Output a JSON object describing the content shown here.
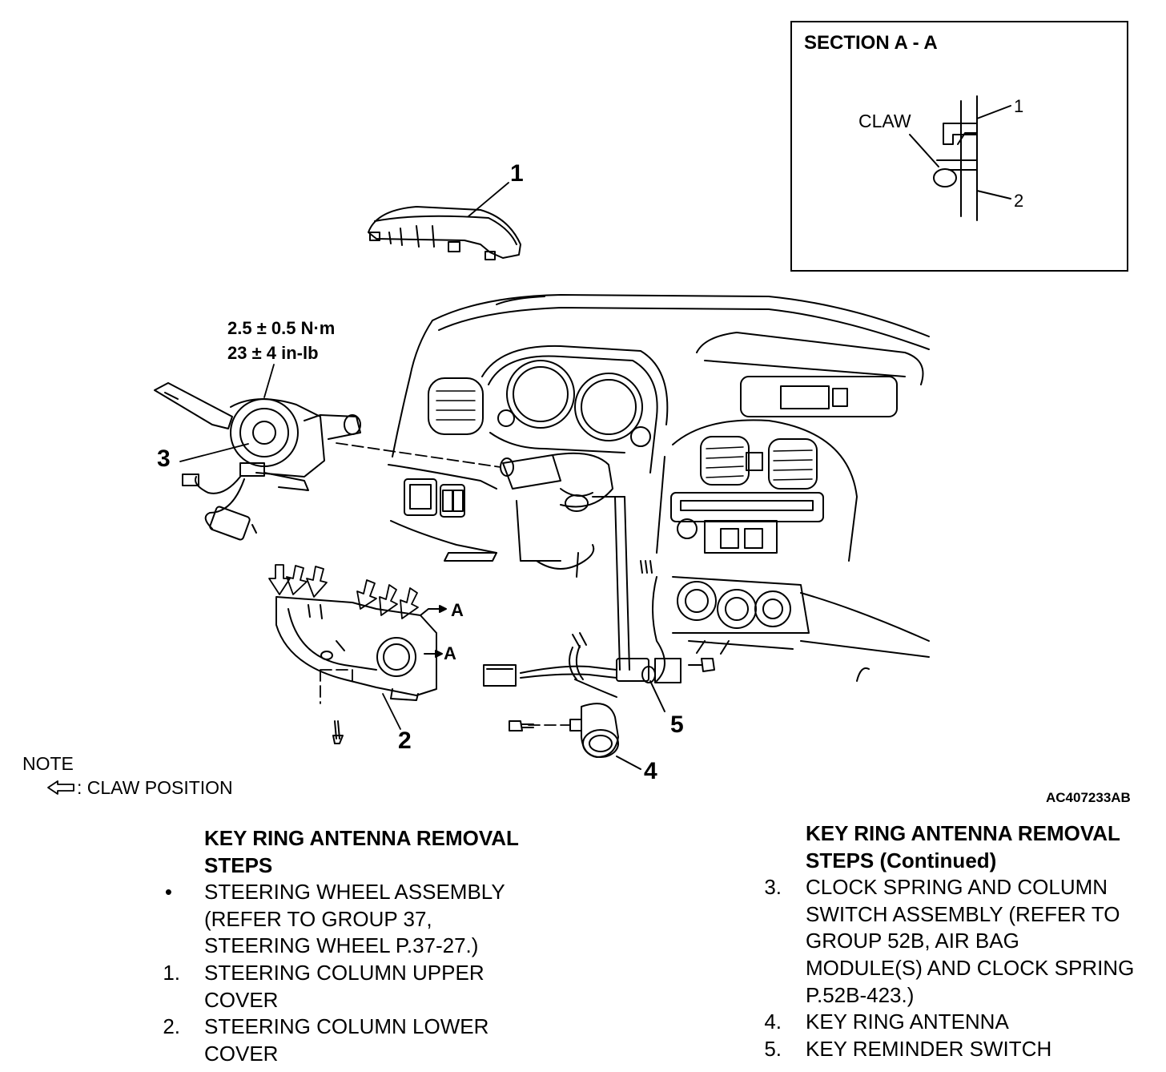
{
  "section_view": {
    "title": "SECTION A - A",
    "claw_label": "CLAW",
    "label_1": "1",
    "label_2": "2"
  },
  "torque": {
    "metric": "2.5 ± 0.5 N·m",
    "imperial": "23 ± 4 in-lb"
  },
  "callouts": {
    "c1": "1",
    "c2": "2",
    "c3": "3",
    "c4": "4",
    "c5": "5",
    "section_a_top": "A",
    "section_a_bottom": "A"
  },
  "note": {
    "title": "NOTE",
    "legend": ": CLAW POSITION"
  },
  "figure_id": "AC407233AB",
  "left_steps": {
    "heading_line1": "KEY RING ANTENNA REMOVAL",
    "heading_line2": "STEPS",
    "items": [
      {
        "marker": "•",
        "lines": [
          "STEERING WHEEL ASSEMBLY",
          "(REFER TO GROUP 37,",
          "STEERING WHEEL P.37-27.)"
        ]
      },
      {
        "marker": "1.",
        "lines": [
          "STEERING COLUMN UPPER",
          "COVER"
        ]
      },
      {
        "marker": "2.",
        "lines": [
          "STEERING COLUMN LOWER",
          "COVER"
        ]
      }
    ]
  },
  "right_steps": {
    "heading_line1": "KEY RING ANTENNA REMOVAL",
    "heading_line2": "STEPS (Continued)",
    "items": [
      {
        "marker": "3.",
        "lines": [
          "CLOCK SPRING AND COLUMN",
          "SWITCH ASSEMBLY (REFER TO",
          "GROUP 52B, AIR BAG",
          "MODULE(S) AND CLOCK SPRING",
          "P.52B-423.)"
        ]
      },
      {
        "marker": "4.",
        "lines": [
          "KEY RING ANTENNA"
        ]
      },
      {
        "marker": "5.",
        "lines": [
          "KEY REMINDER SWITCH"
        ]
      }
    ]
  }
}
